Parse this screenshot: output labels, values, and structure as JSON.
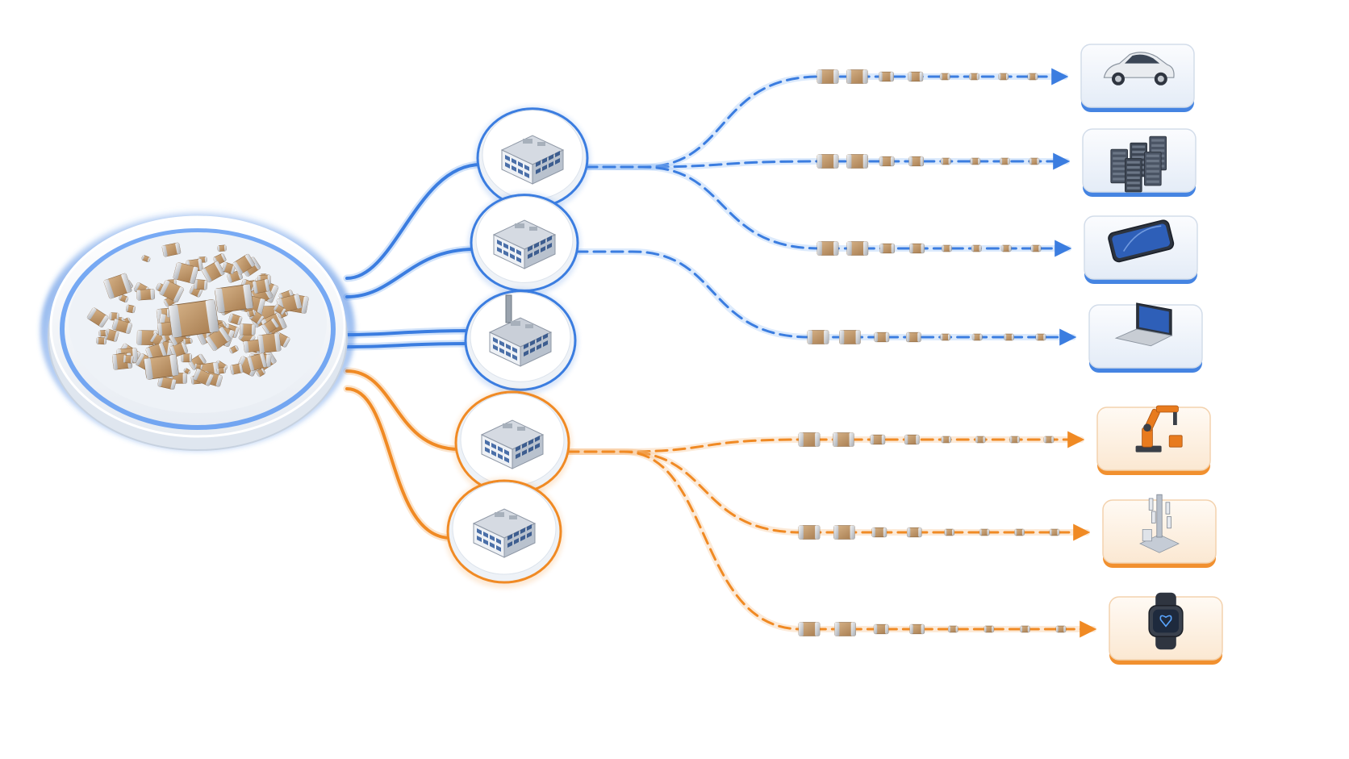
{
  "colors": {
    "blue": "#3b7de0",
    "blue_light": "#9cc2f5",
    "orange": "#f08a24",
    "orange_light": "#f7c48f",
    "chip_tan": "#c49a6c",
    "chip_metal": "#d9dce0",
    "panel_white": "#f4f6f9"
  },
  "source": {
    "icon": "capacitor-pile-icon"
  },
  "factories": [
    {
      "id": "factory-1",
      "icon": "factory-building-icon",
      "group": "blue"
    },
    {
      "id": "factory-2",
      "icon": "office-building-icon",
      "group": "blue"
    },
    {
      "id": "factory-3",
      "icon": "industrial-plant-icon",
      "group": "blue"
    },
    {
      "id": "factory-4",
      "icon": "factory-building-icon",
      "group": "orange"
    },
    {
      "id": "factory-5",
      "icon": "warehouse-icon",
      "group": "orange"
    }
  ],
  "destinations": [
    {
      "id": "automotive",
      "icon": "car-icon",
      "group": "blue"
    },
    {
      "id": "data-center",
      "icon": "server-rack-icon",
      "group": "blue"
    },
    {
      "id": "smartphone",
      "icon": "smartphone-icon",
      "group": "blue"
    },
    {
      "id": "laptop",
      "icon": "laptop-icon",
      "group": "blue"
    },
    {
      "id": "industrial-robot",
      "icon": "robot-arm-icon",
      "group": "orange"
    },
    {
      "id": "telecom-tower",
      "icon": "cell-tower-icon",
      "group": "orange"
    },
    {
      "id": "smartwatch",
      "icon": "smartwatch-icon",
      "group": "orange"
    }
  ]
}
